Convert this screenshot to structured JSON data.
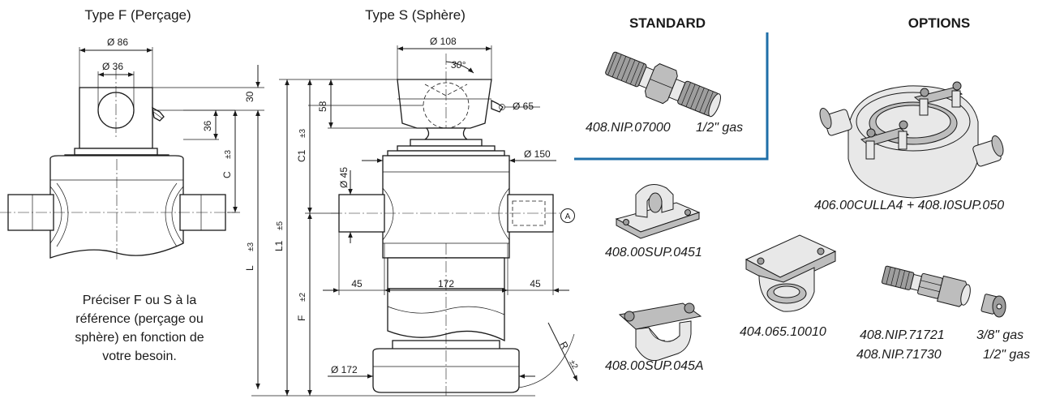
{
  "headings": {
    "type_f": "Type F (Perçage)",
    "type_s": "Type S (Sphère)",
    "standard": "STANDARD",
    "options": "OPTIONS"
  },
  "dims_f": {
    "d86": "Ø 86",
    "d36": "Ø 36",
    "h30": "30",
    "h36": "36",
    "c": "C",
    "c_tol": "±3",
    "l": "L",
    "l_tol": "±3"
  },
  "dims_s": {
    "d108": "Ø 108",
    "angle": "30°",
    "h58": "58",
    "c1": "C1",
    "c1_tol": "±3",
    "l1": "L1",
    "l1_tol": "±5",
    "d45": "Ø 45",
    "d65": "Ø 65",
    "d150": "Ø 150",
    "circle_a": "A",
    "w45_left": "45",
    "w172": "172",
    "w45_right": "45",
    "f": "F",
    "f_tol": "±2",
    "d172": "Ø 172",
    "r": "R",
    "r_tol": "±2"
  },
  "note": {
    "line1": "Préciser F ou S à la",
    "line2": "référence (perçage ou",
    "line3": "sphère) en fonction de",
    "line4": "votre besoin."
  },
  "parts": {
    "nip07000": "408.NIP.07000",
    "nip07000_size": "1/2\" gas",
    "sup0451": "408.00SUP.0451",
    "sup045a": "408.00SUP.045A",
    "culla": "406.00CULLA4 + 408.I0SUP.050",
    "p404": "404.065.10010",
    "nip71721": "408.NIP.71721",
    "nip71721_size": "3/8\" gas",
    "nip71730": "408.NIP.71730",
    "nip71730_size": "1/2\" gas"
  },
  "colors": {
    "divider": "#1f6fa8"
  }
}
